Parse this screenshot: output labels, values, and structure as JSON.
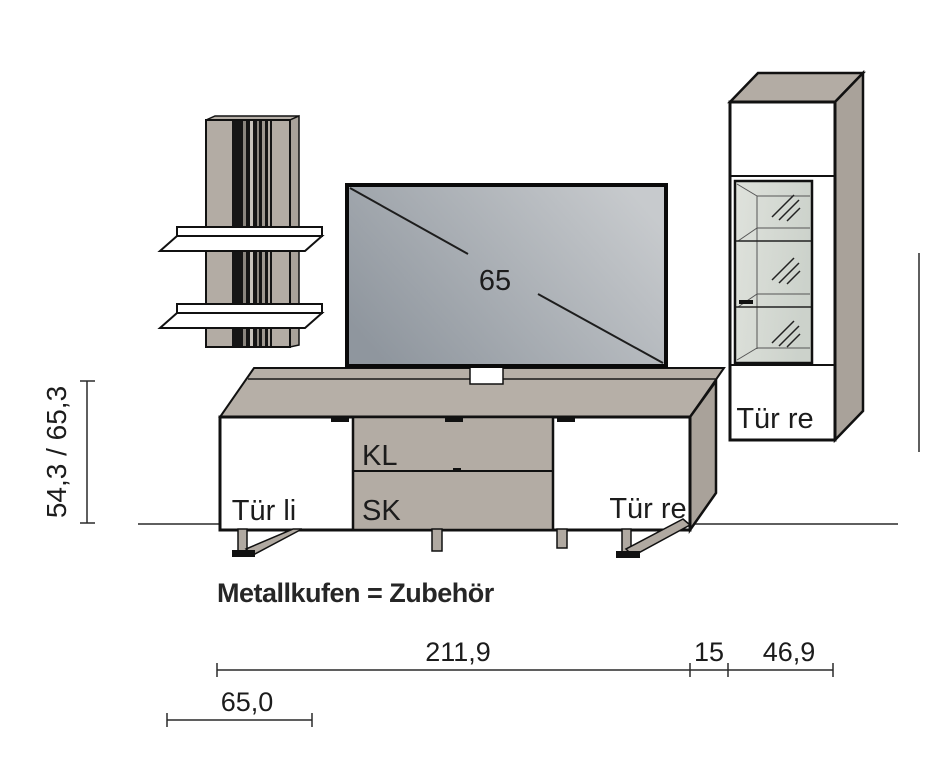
{
  "diagram": {
    "note": "Metallkufen = Zubehör",
    "tv": {
      "size_label": "65"
    },
    "cabinet": {
      "door_label": "Tür re"
    },
    "lowboard": {
      "door_left_label": "Tür li",
      "flap_label": "KL",
      "drawer_label": "SK",
      "door_right_label": "Tür re"
    },
    "dimensions": {
      "height_label": "54,3 / 65,3",
      "width_main_label": "211,9",
      "width_gap_label": "15",
      "width_cabinet_label": "46,9",
      "width_panel_label": "65,0"
    },
    "colors": {
      "wood": "#b3aca4",
      "wood_side": "#a9a29a",
      "wood_top": "#b6afa7",
      "glass": "#d8dcd3",
      "outline": "#111111",
      "tv_dark": "#8f969e",
      "tv_light": "#c7cacd",
      "dim_line": "#2a2a2a",
      "white": "#ffffff"
    }
  }
}
